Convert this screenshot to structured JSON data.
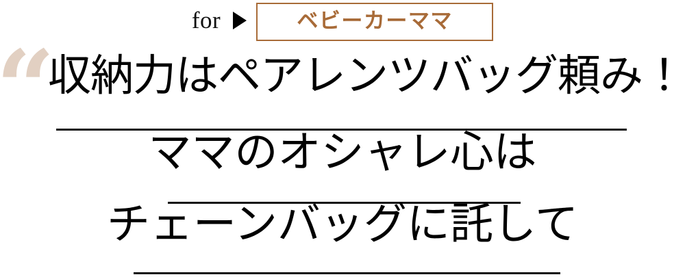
{
  "eyebrow": {
    "prefix_label": "for",
    "arrow_icon": "triangle-right-icon",
    "badge_label": "ベビーカーママ",
    "badge_border_color": "#a86b38",
    "badge_text_color": "#a86b38"
  },
  "decoration": {
    "quote_glyph": "“",
    "quote_color": "#e2d0c2"
  },
  "headline": {
    "text_color": "#000000",
    "rule_color": "#111111",
    "lines": [
      {
        "text": "収納力はペアレンツバッグ頼み！"
      },
      {
        "text": "ママのオシャレ心は"
      },
      {
        "text": "チェーンバッグに託して"
      }
    ]
  }
}
